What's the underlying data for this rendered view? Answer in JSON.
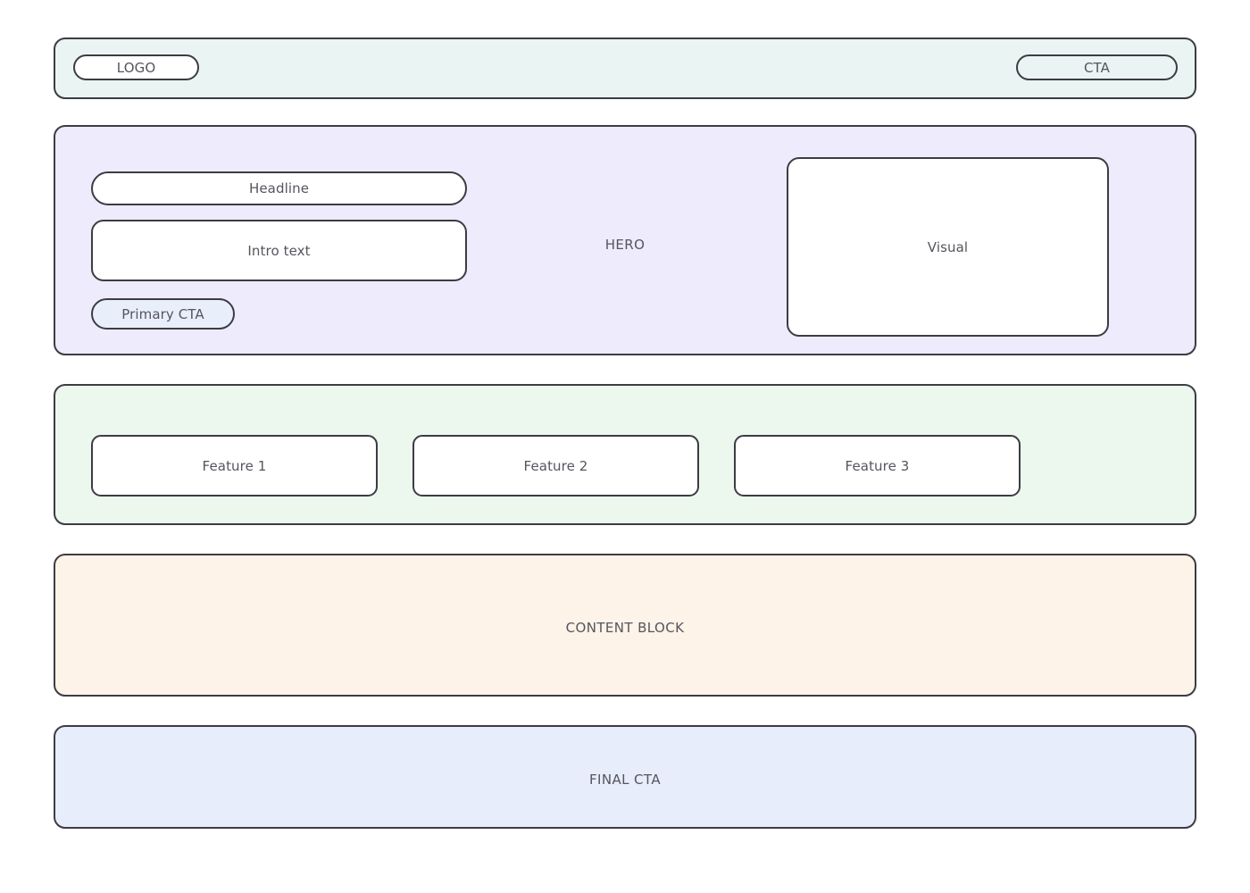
{
  "page": {
    "kind": "landing-page-wireframe",
    "background": "#ffffff",
    "outline_color": "#3c3c44",
    "text_color": "#55555e"
  },
  "header": {
    "label": "",
    "background": "#e9f4f3",
    "logo": "LOGO",
    "cta": "CTA"
  },
  "hero": {
    "label": "HERO",
    "background": "#eeebfd",
    "headline": "Headline",
    "intro": "Intro text",
    "primary_cta": "Primary CTA",
    "primary_cta_fill": "#e9eefb",
    "visual": "Visual"
  },
  "features": {
    "label": "",
    "background": "#ecf7ee",
    "cards": [
      {
        "label": "Feature 1"
      },
      {
        "label": "Feature 2"
      },
      {
        "label": "Feature 3"
      }
    ]
  },
  "content": {
    "label": "CONTENT BLOCK",
    "background": "#fdf3e8"
  },
  "final_cta": {
    "label": "FINAL CTA",
    "background": "#e7edfb"
  }
}
